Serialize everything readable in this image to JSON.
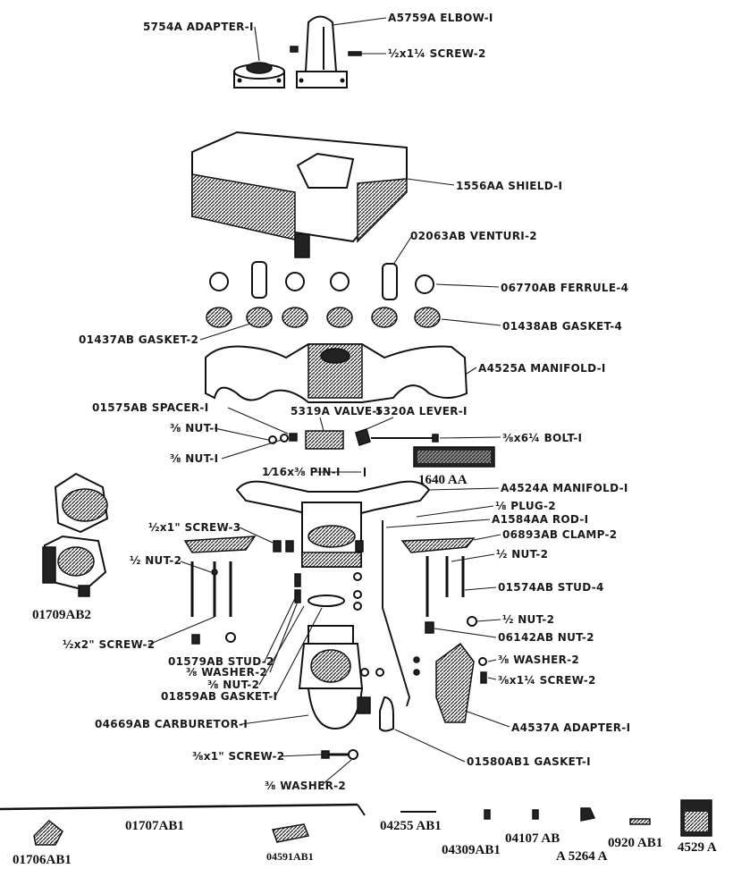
{
  "labels": {
    "adapter_5754a": "5754A ADAPTER-I",
    "elbow_a5759a": "A5759A ELBOW-I",
    "screw_half_1q": "½x1¼ SCREW-2",
    "shield_1556aa": "1556AA SHIELD-I",
    "venturi_02063ab": "02063AB VENTURI-2",
    "ferrule_06770ab": "06770AB FERRULE-4",
    "gasket_01438ab": "01438AB GASKET-4",
    "gasket_01437ab": "01437AB GASKET-2",
    "manifold_a4525a": "A4525A MANIFOLD-I",
    "spacer_01575ab": "01575AB SPACER-I",
    "valve_5319a": "5319A VALVE-I",
    "lever_5320a": "5320A LEVER-I",
    "nut_38_a": "⅜ NUT-I",
    "nut_38_b": "⅜ NUT-I",
    "bolt_38x6q": "⅜x6¼ BOLT-I",
    "pin_116": "1⁄16x⅜ PIN-I",
    "part_1640aa": "1640 AA",
    "manifold_a4524a": "A4524A MANIFOLD-I",
    "plug_18": "⅛ PLUG-2",
    "rod_a1584aa": "A1584AA ROD-I",
    "clamp_06893ab": "06893AB CLAMP-2",
    "screw_half_1": "½x1\" SCREW-3",
    "nut_half_left": "½ NUT-2",
    "nut_half_right1": "½ NUT-2",
    "stud_01574ab": "01574AB STUD-4",
    "part_01709ab2": "01709AB2",
    "nut_half_right2": "½ NUT-2",
    "screw_half_2": "½x2\" SCREW-2",
    "nut_06142ab": "06142AB NUT-2",
    "stud_01579ab": "01579AB STUD-2",
    "washer_38_a": "⅜ WASHER-2",
    "nut_38_2": "⅜ NUT-2",
    "gasket_01859ab": "01859AB GASKET-I",
    "washer_38_b": "⅜ WASHER-2",
    "screw_38x1q": "⅜x1¼ SCREW-2",
    "carburetor_04669ab": "04669AB CARBURETOR-I",
    "adapter_a4537a": "A4537A ADAPTER-I",
    "screw_38x1": "⅜x1\" SCREW-2",
    "gasket_01580ab1": "01580AB1 GASKET-I",
    "washer_38_c": "⅜ WASHER-2"
  },
  "bottom_parts": {
    "p01706ab1": "01706AB1",
    "p01707ab1": "01707AB1",
    "p04591ab1": "04591AB1",
    "p04255ab1": "04255 AB1",
    "p04309ab1": "04309AB1",
    "p04107ab": "04107 AB",
    "pa5264a": "A 5264 A",
    "p0920ab1": "0920 AB1",
    "p4529a": "4529 A"
  },
  "colors": {
    "ink": "#1a1a1a",
    "paper": "#ffffff"
  }
}
